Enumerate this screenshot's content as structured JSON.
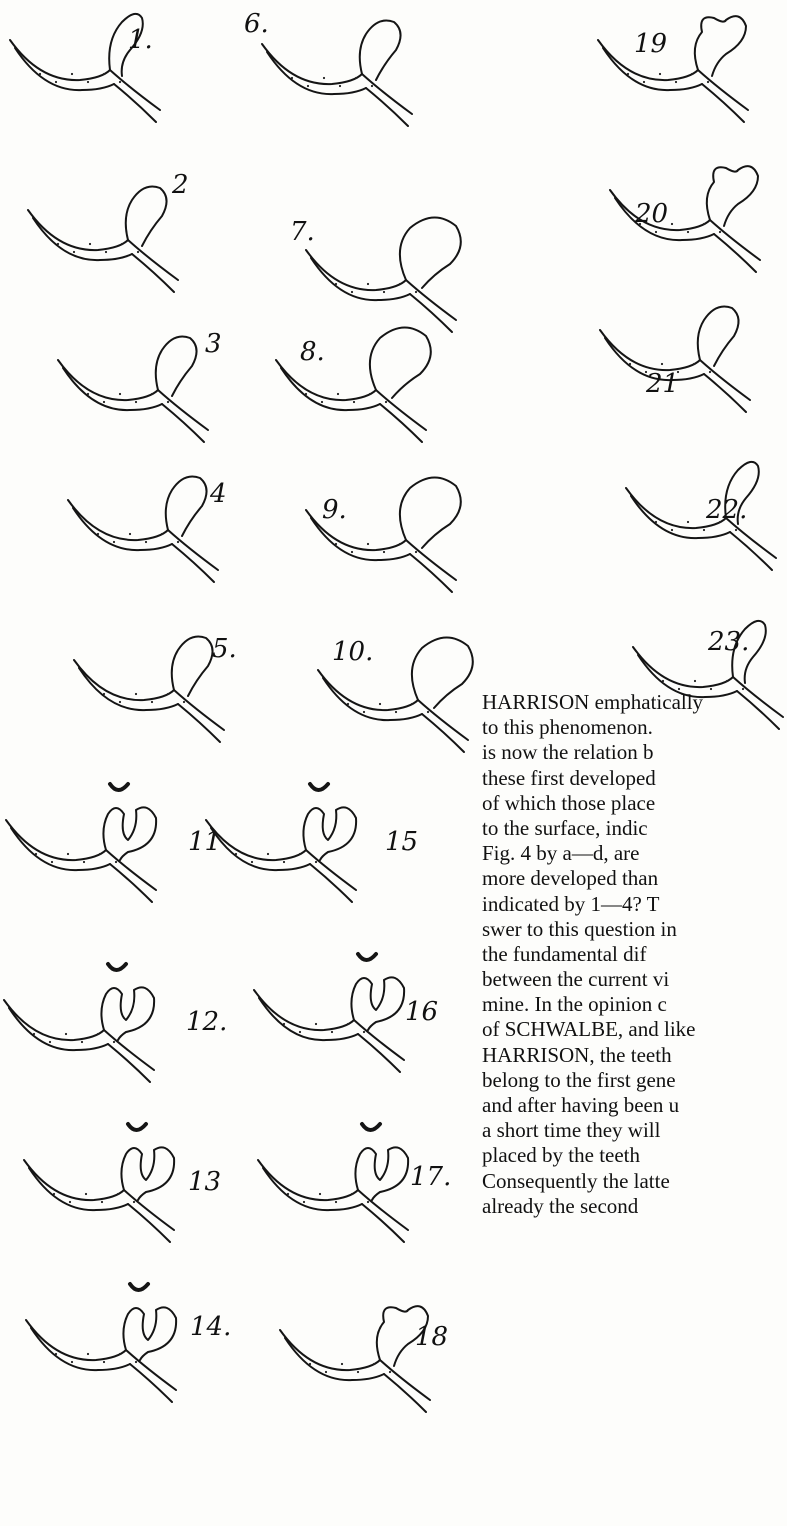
{
  "figure_numbers": [
    "1.",
    "2",
    "3",
    "4",
    "5.",
    "6.",
    "7.",
    "8.",
    "9.",
    "10.",
    "11",
    "12.",
    "13",
    "14.",
    "15",
    "16",
    "17.",
    "18",
    "19",
    "20",
    "21",
    "22.",
    "23."
  ],
  "text_lines": [
    "HARRISON emphatically",
    "to this phenomenon.",
    "is now the relation b",
    "these first developed",
    "of which those place",
    "to the surface, indic",
    "Fig. 4 by a—d, are",
    "more developed than",
    "indicated by 1—4? T",
    "swer to this question in",
    "the fundamental dif",
    "between the current vi",
    "mine. In the opinion c",
    "of SCHWALBE, and like",
    "HARRISON, the teeth",
    "belong to the first gene",
    "and after having been u",
    "a short time they will",
    "placed by the teeth",
    "Consequently the latte",
    "already the second"
  ]
}
